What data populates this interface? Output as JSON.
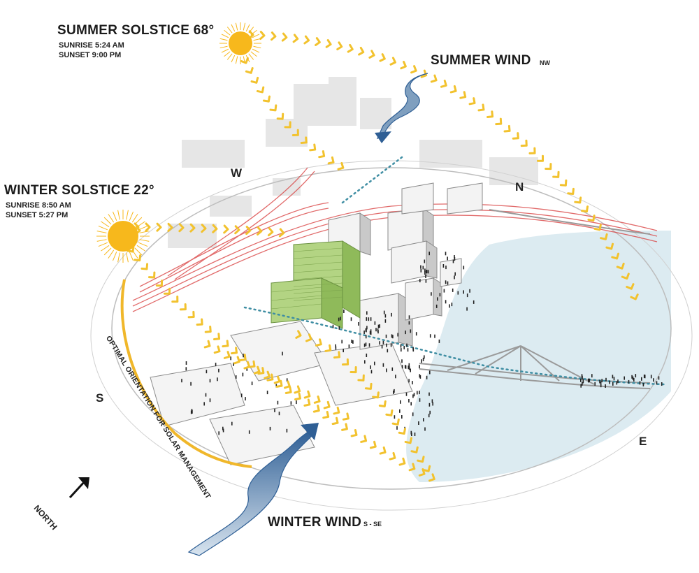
{
  "summer_solstice": {
    "title": "SUMMER SOLSTICE 68°",
    "sunrise": "SUNRISE 5:24 AM",
    "sunset": "SUNSET 9:00 PM"
  },
  "winter_solstice": {
    "title": "WINTER SOLSTICE 22°",
    "sunrise": "SUNRISE 8:50 AM",
    "sunset": "SUNSET  5:27 PM"
  },
  "summer_wind": {
    "label": "SUMMER WIND",
    "direction": "NW"
  },
  "winter_wind": {
    "label": "WINTER WIND",
    "direction": "S - SE"
  },
  "compass": {
    "w": "W",
    "n": "N",
    "s": "S",
    "e": "E"
  },
  "north_arrow": {
    "label": "NORTH"
  },
  "orientation_label": "OPTIMAL ORIENTATION FOR SOLAR MANAGEMENT",
  "colors": {
    "sun": "#f7b81c",
    "sun_path": "#f2c22e",
    "highway": "#d83a3a",
    "green_building": "#9dc86a",
    "water": "#dcebf1",
    "wind": "#2f5f95",
    "pedestrian_path": "#3f8ea3",
    "orientation_arc": "#f0b72a"
  },
  "icons": [
    "sun-icon",
    "wind-arrow-icon",
    "north-arrow-icon"
  ]
}
